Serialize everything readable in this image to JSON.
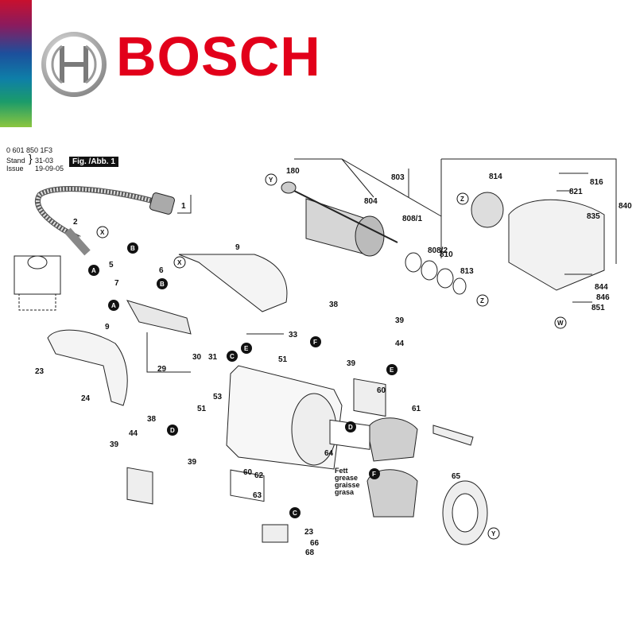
{
  "brand": {
    "name": "BOSCH",
    "color": "#e2001a"
  },
  "meta": {
    "part_number": "0 601 850 1F3",
    "stand_label": "Stand",
    "issue_label": "Issue",
    "stand_date": "31-03",
    "issue_date": "19-09-05",
    "figure_label": "Fig. /Abb. 1"
  },
  "grease_note": [
    "Fett",
    "grease",
    "graisse",
    "grasa"
  ],
  "parts": [
    "1",
    "2",
    "5",
    "6",
    "7",
    "9",
    "23",
    "24",
    "29",
    "30",
    "31",
    "33",
    "38",
    "39",
    "44",
    "51",
    "53",
    "60",
    "61",
    "62",
    "63",
    "64",
    "65",
    "66",
    "68",
    "180",
    "803",
    "804",
    "808/1",
    "808/2",
    "810",
    "813",
    "814",
    "816",
    "821",
    "835",
    "840",
    "844",
    "846",
    "851"
  ],
  "callouts": [
    "A",
    "B",
    "C",
    "D",
    "E",
    "F",
    "W",
    "X",
    "Y",
    "Z"
  ]
}
